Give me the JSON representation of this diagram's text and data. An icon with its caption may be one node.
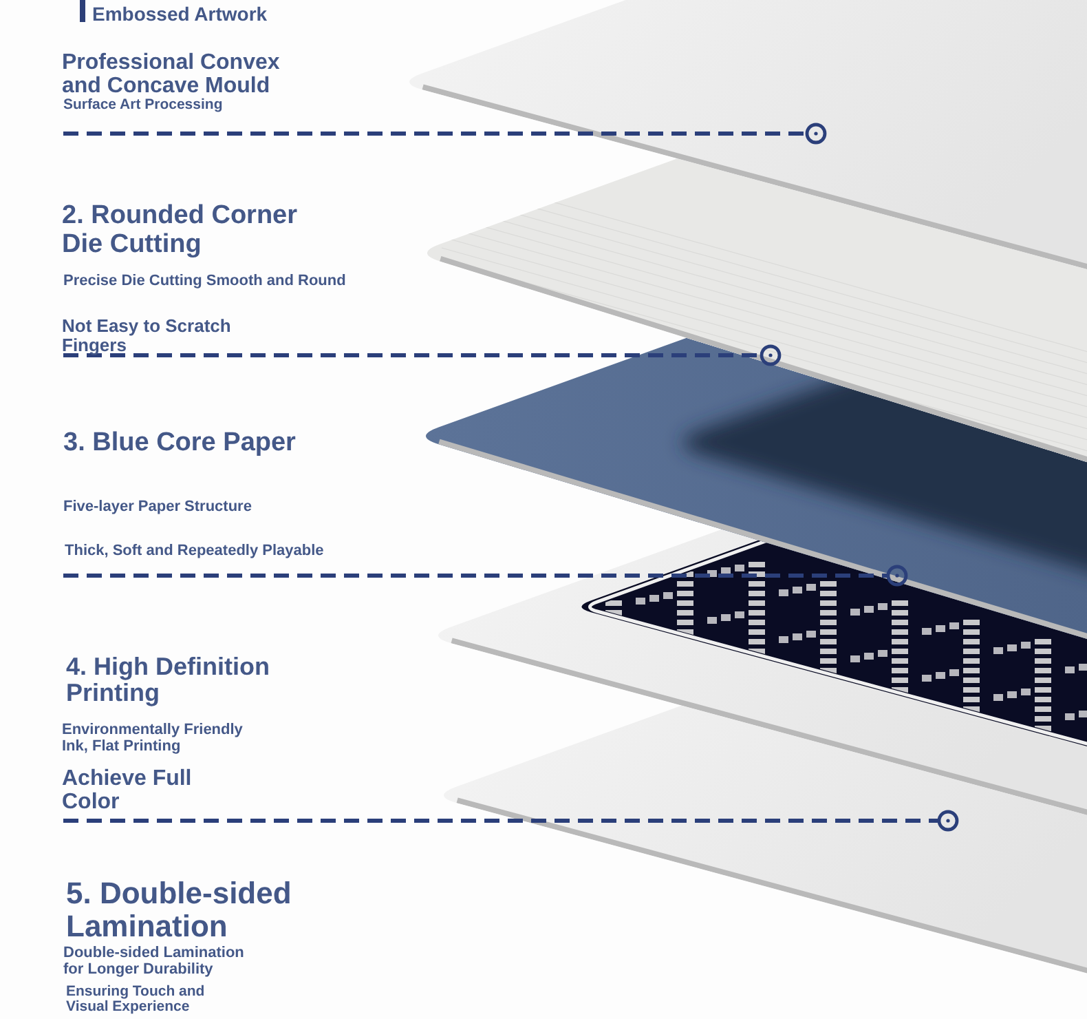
{
  "diagram": {
    "nodes": [
      {
        "text": [
          "Embossed Artwork",
          "Professional Convex and Concave Mould",
          "Surface Art Processing"
        ]
      },
      {
        "text": [
          "2. Rounded Corner Die Cutting",
          "Precise Die Cutting Smooth and Round",
          "Not Easy to Scratch Fingers"
        ]
      },
      {
        "text": [
          "3. Blue Core Paper",
          "Five-layer Paper Structure",
          "Thick, Soft and Repeatedly Playable"
        ]
      },
      {
        "text": [
          "4. High Definition Printing",
          "Environmentally Friendly Ink, Flat Printing",
          "Achieve Full Color"
        ]
      },
      {
        "text": [
          "5. Double-sided Lamination",
          "Double-sided Lamination for Longer Durability",
          "Ensuring Touch and Visual Experience"
        ]
      },
      {
        "text": [],
        "shape": "box"
      },
      {
        "text": [],
        "shape": "box"
      },
      {
        "text": [],
        "shape": "box"
      },
      {
        "text": [],
        "shape": "box"
      },
      {
        "text": [],
        "shape": "box"
      }
    ],
    "edges": [
      {
        "from": 0,
        "to": 5,
        "arrow": "other",
        "style": "dashed"
      },
      {
        "from": 1,
        "to": 6,
        "arrow": "other",
        "style": "dashed"
      },
      {
        "from": 2,
        "to": 7,
        "arrow": "other",
        "style": "dashed"
      },
      {
        "from": 3,
        "to": 9,
        "arrow": "other",
        "style": "dashed"
      }
    ]
  }
}
